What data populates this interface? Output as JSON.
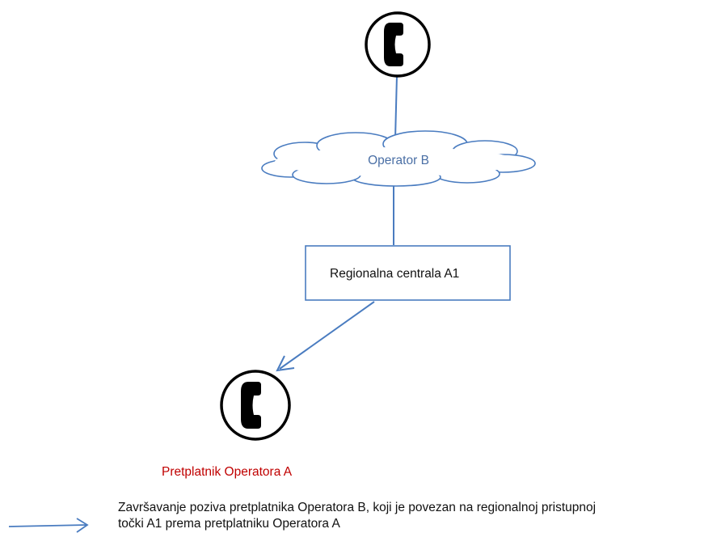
{
  "nodes": {
    "cloud": {
      "label": "Operator B"
    },
    "box": {
      "label": "Regionalna centrala A1"
    },
    "subscriber": {
      "label": "Pretplatnik Operatora A"
    }
  },
  "legend": {
    "line1": "Završavanje poziva pretplatnika Operatora B, koji je povezan na regionalnoj pristupnoj",
    "line2": "točki A1 prema pretplatniku Operatora A"
  },
  "colors": {
    "connector": "#4a7cc0",
    "cloud_text": "#4a6fa5",
    "subscriber_text": "#c00000"
  },
  "icons": [
    "telephone-icon",
    "cloud-icon",
    "arrow-icon"
  ]
}
